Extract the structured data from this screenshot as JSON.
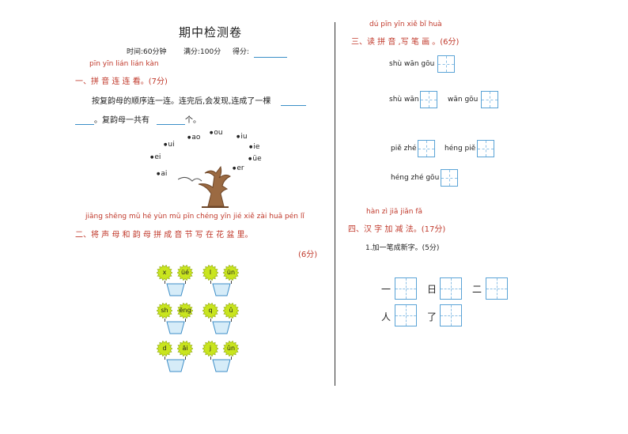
{
  "title": "期中检测卷",
  "meta": {
    "time": "时间:60分钟",
    "full": "满分:100分",
    "score": "得分:"
  },
  "s1": {
    "pinyin": "pīn yīn   lián lián   kàn",
    "heading": "一、拼 音   连   连   看。(7分)",
    "line1": "按复韵母的顺序连一连。连完后,会发现,连成了一棵",
    "line2_a": "。复韵母一共有",
    "line2_b": "个。",
    "dots": [
      "ao",
      "ou",
      "iu",
      "ui",
      "ie",
      "ei",
      "üe",
      "er",
      "ai"
    ]
  },
  "s2": {
    "pinyin": "jiāng shēng mǔ hé yùn mǔ pīn chéng yīn  jié   xiě zài   huā pén lǐ",
    "heading": "二、将    声  母  和  韵  母  拼     成   音  节   写  在    花  盆  里。",
    "points": "(6分)",
    "pots": [
      [
        "x",
        "üé"
      ],
      [
        "l",
        "ün"
      ],
      [
        "sh",
        "ēng"
      ],
      [
        "q",
        "ǔ"
      ],
      [
        "d",
        "āi"
      ],
      [
        "j",
        "ǔn"
      ]
    ]
  },
  "s3": {
    "pinyin": "dú pīn   yīn   xiě bǐ huà",
    "heading": "三、读  拼    音 ,写  笔  画 。(6分)",
    "items": [
      "shù wān gōu",
      "shù wān",
      "wān gōu",
      "piě zhé",
      "héng piě",
      "héng zhé gōu"
    ]
  },
  "s4": {
    "pinyin": "hàn zì    jiā jiǎn fǎ",
    "heading": "四、汉  字    加    减  法。(17分)",
    "sub": "1.加一笔成新字。(5分)",
    "chars": [
      "一",
      "日",
      "二",
      "人",
      "了"
    ]
  }
}
